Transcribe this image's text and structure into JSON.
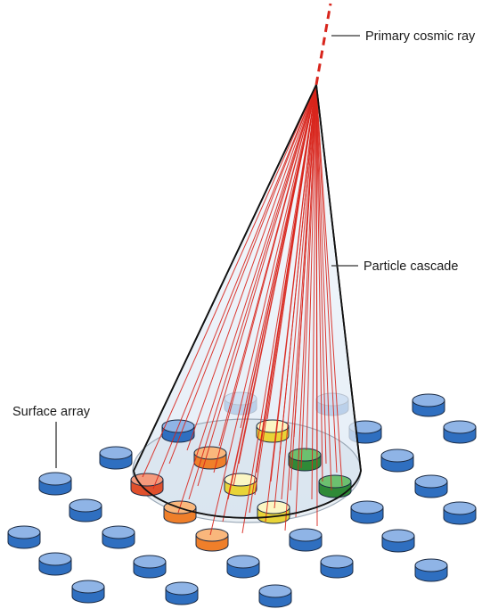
{
  "labels": {
    "primary": "Primary cosmic ray",
    "cascade": "Particle cascade",
    "surface": "Surface array"
  },
  "colors": {
    "cone_fill": "#e4eef8",
    "ray": "#d8251c",
    "detector_blue": "#2f6fc0",
    "detector_red": "#e0502c",
    "detector_orange": "#ef7f2a",
    "detector_yellow": "#f3e05a",
    "detector_green": "#2f8a37"
  },
  "detectors": [
    {
      "name": "det-01",
      "color": "blue"
    },
    {
      "name": "det-02",
      "color": "blue"
    },
    {
      "name": "det-03",
      "color": "blue"
    },
    {
      "name": "det-04",
      "color": "blue"
    },
    {
      "name": "det-05",
      "color": "blue"
    },
    {
      "name": "det-06",
      "color": "blue"
    },
    {
      "name": "det-07",
      "color": "yellow"
    },
    {
      "name": "det-08",
      "color": "blue"
    },
    {
      "name": "det-09",
      "color": "blue"
    },
    {
      "name": "det-10",
      "color": "orange"
    },
    {
      "name": "det-11",
      "color": "green"
    },
    {
      "name": "det-12",
      "color": "blue"
    },
    {
      "name": "det-13",
      "color": "blue"
    },
    {
      "name": "det-14",
      "color": "red"
    },
    {
      "name": "det-15",
      "color": "yellow"
    },
    {
      "name": "det-16",
      "color": "green"
    },
    {
      "name": "det-17",
      "color": "blue"
    },
    {
      "name": "det-18",
      "color": "blue"
    },
    {
      "name": "det-19",
      "color": "orange"
    },
    {
      "name": "det-20",
      "color": "yellow"
    },
    {
      "name": "det-21",
      "color": "blue"
    },
    {
      "name": "det-22",
      "color": "blue"
    },
    {
      "name": "det-23",
      "color": "blue"
    },
    {
      "name": "det-24",
      "color": "orange"
    },
    {
      "name": "det-25",
      "color": "blue"
    },
    {
      "name": "det-26",
      "color": "blue"
    },
    {
      "name": "det-27",
      "color": "blue"
    },
    {
      "name": "det-28",
      "color": "blue"
    },
    {
      "name": "det-29",
      "color": "blue"
    },
    {
      "name": "det-30",
      "color": "blue"
    },
    {
      "name": "det-31",
      "color": "blue"
    },
    {
      "name": "det-32",
      "color": "blue"
    },
    {
      "name": "det-33",
      "color": "blue"
    },
    {
      "name": "det-34",
      "color": "blue"
    }
  ]
}
